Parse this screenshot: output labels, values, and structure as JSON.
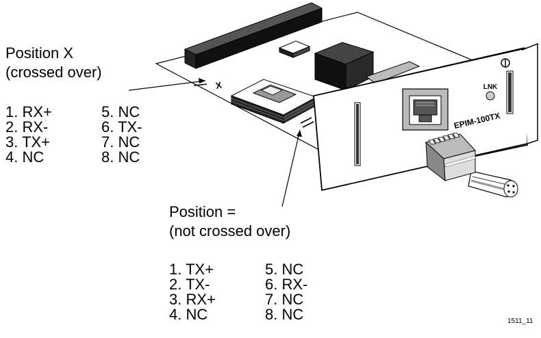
{
  "labels": {
    "position_x_title": "Position X",
    "position_x_sub": "(crossed over)",
    "position_eq_title": "Position =",
    "position_eq_sub": "(not crossed over)",
    "figure_id": "1511_11",
    "lnk": "LNK",
    "model": "EPIM-100TX",
    "switch_x_mark": "X",
    "switch_eq_mark": "="
  },
  "crossed_over_pins": [
    "1. RX+",
    "2. RX-",
    "3. TX+",
    "4. NC",
    "5. NC",
    "6. TX-",
    "7. NC",
    "8. NC"
  ],
  "straight_pins": [
    "1. TX+",
    "2. TX-",
    "3. RX+",
    "4. NC",
    "5. NC",
    "6. RX-",
    "7. NC",
    "8. NC"
  ]
}
